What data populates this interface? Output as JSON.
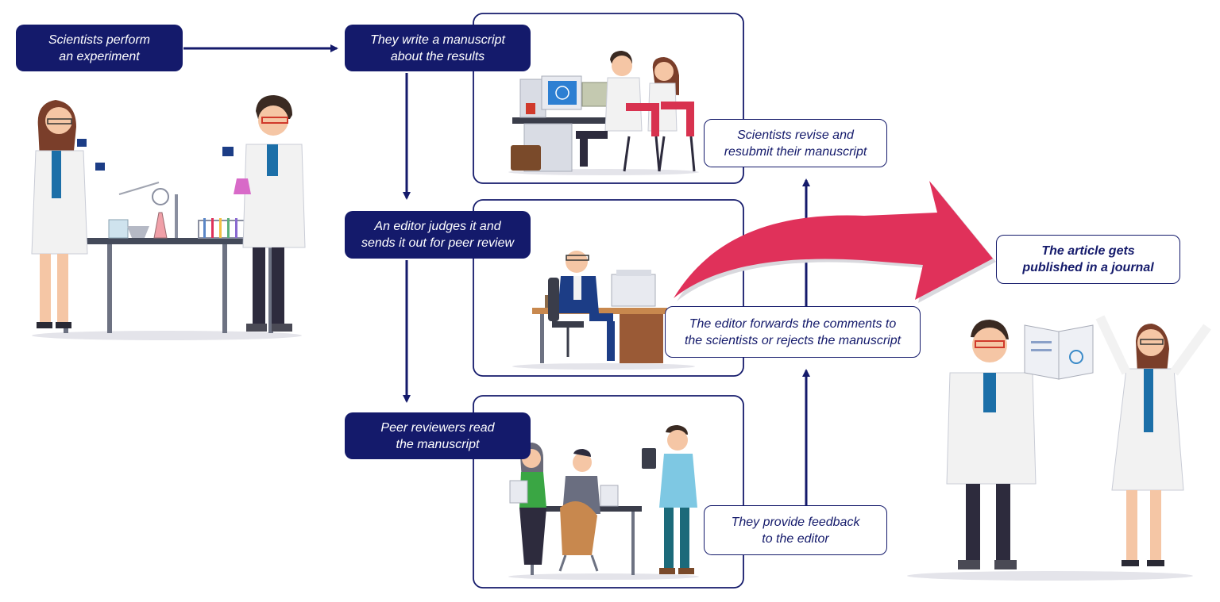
{
  "steps": {
    "experiment": "Scientists perform\nan experiment",
    "manuscript": "They write a manuscript\nabout the results",
    "editor_judges": "An editor judges it and\nsends it out for peer review",
    "peer_review": "Peer reviewers read\nthe manuscript",
    "feedback": "They provide feedback\nto the editor",
    "forwards": "The editor forwards the comments to\nthe scientists or rejects the manuscript",
    "revise": "Scientists revise and\nresubmit their manuscript",
    "published": "The article gets\npublished in a journal"
  },
  "colors": {
    "navy": "#141a6b",
    "accent_red": "#e0315a",
    "lab_coat": "#f2f2f2",
    "chair_red": "#d8324f"
  },
  "illustrations": [
    "lab-scientists-illustration",
    "writing-at-computer-illustration",
    "editor-at-desk-illustration",
    "peer-reviewers-illustration",
    "celebrating-scientists-illustration"
  ]
}
